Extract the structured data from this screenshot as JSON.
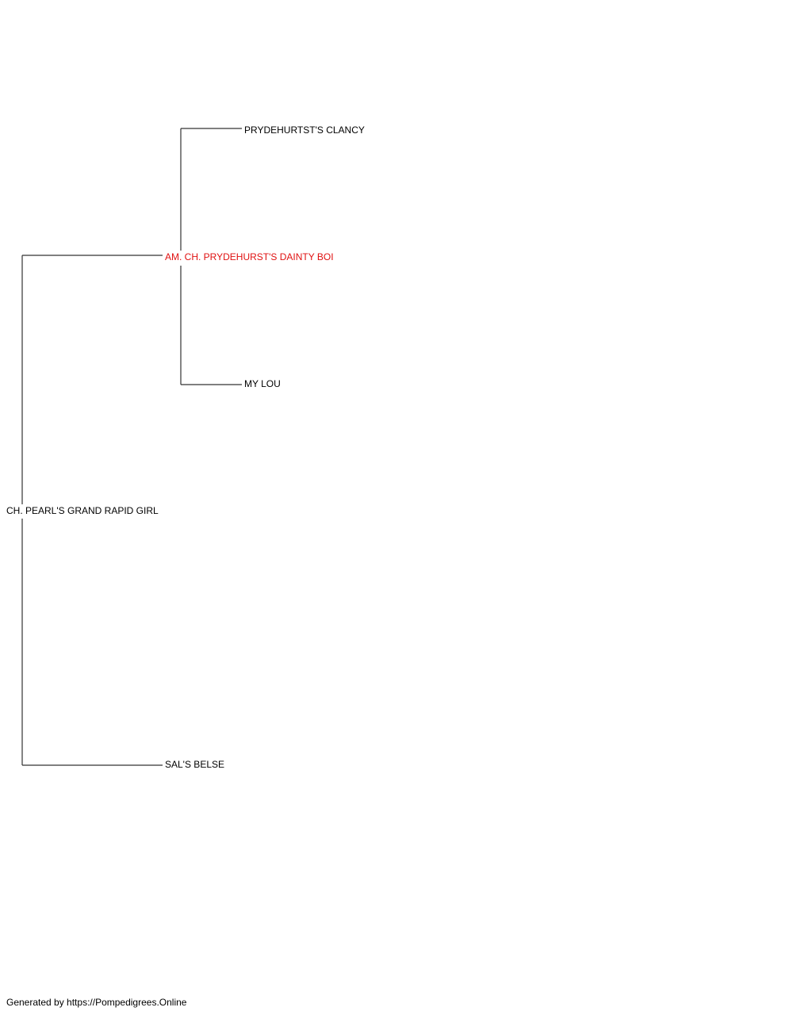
{
  "pedigree": {
    "subject": {
      "name": "CH. PEARL'S GRAND RAPID GIRL"
    },
    "sire": {
      "name": "AM. CH. PRYDEHURST'S DAINTY BOI",
      "highlight_color": "#e01010"
    },
    "dam": {
      "name": "SAL'S BELSE"
    },
    "sire_sire": {
      "name": "PRYDEHURTST'S CLANCY"
    },
    "sire_dam": {
      "name": "MY LOU"
    }
  },
  "footer": {
    "credit": "Generated by https://Pompedigrees.Online"
  }
}
